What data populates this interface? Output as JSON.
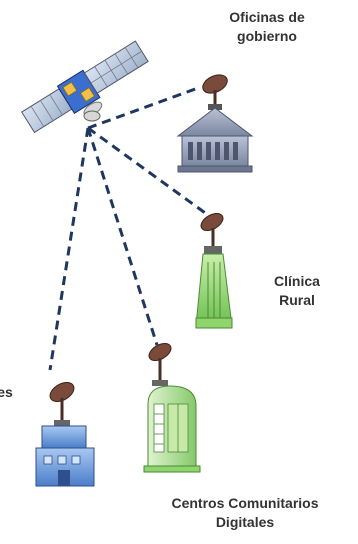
{
  "diagram": {
    "center": {
      "id": "satellite",
      "icon": "satellite-icon"
    },
    "nodes": [
      {
        "id": "government",
        "lines": [
          "Oficinas de",
          "gobierno"
        ],
        "icon": "government-building-icon"
      },
      {
        "id": "clinic",
        "lines": [
          "Clínica",
          "Rural"
        ],
        "icon": "clinic-tower-icon"
      },
      {
        "id": "schools",
        "lines": [
          "es"
        ],
        "icon": "school-building-icon"
      },
      {
        "id": "ccd",
        "lines": [
          "Centros Comunitarios",
          "Digitales"
        ],
        "icon": "community-center-icon"
      }
    ],
    "links": [
      {
        "from": "satellite",
        "to": "government",
        "style": "dashed"
      },
      {
        "from": "satellite",
        "to": "clinic",
        "style": "dashed"
      },
      {
        "from": "satellite",
        "to": "schools",
        "style": "dashed"
      },
      {
        "from": "satellite",
        "to": "ccd",
        "style": "dashed"
      }
    ]
  },
  "colors": {
    "label": "#333333",
    "link": "#1f3660",
    "panel": "#3a6fd0",
    "antenna": "#7a4a3a",
    "clinic_green": "#8bd06a",
    "building_gray": "#8c97b0",
    "school_blue": "#5b8fd8",
    "ccd_green": "#9fd987"
  }
}
